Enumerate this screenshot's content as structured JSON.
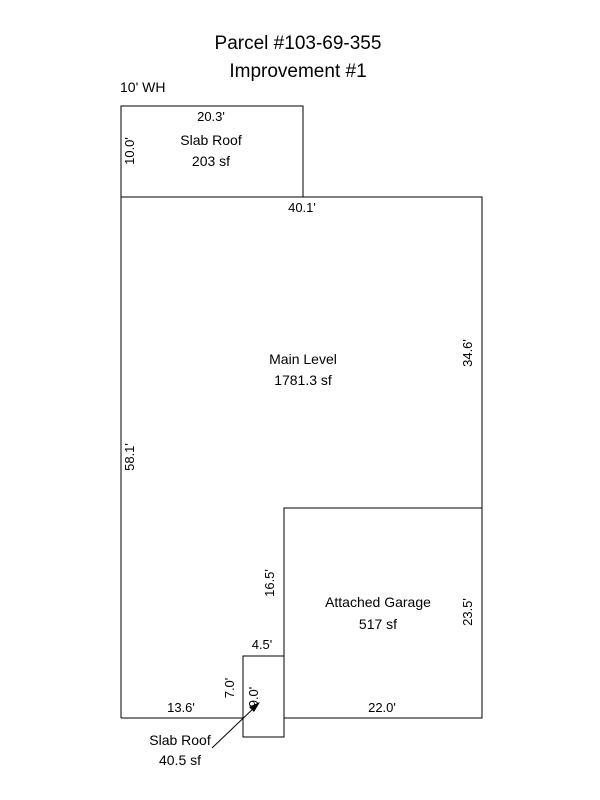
{
  "title": {
    "line1": "Parcel #103-69-355",
    "line2": "Improvement #1"
  },
  "note": "10' WH",
  "areas": {
    "slab_roof_top": {
      "name": "Slab Roof",
      "area": "203 sf"
    },
    "main_level": {
      "name": "Main Level",
      "area": "1781.3 sf"
    },
    "attached_garage": {
      "name": "Attached Garage",
      "area": "517 sf"
    },
    "slab_roof_bottom": {
      "name": "Slab Roof",
      "area": "40.5 sf"
    }
  },
  "dimensions": {
    "slab_top_width": "20.3'",
    "slab_top_depth": "10.0'",
    "main_top_width": "40.1'",
    "main_right_upper": "34.6'",
    "main_left_height": "58.1'",
    "garage_left_height": "16.5'",
    "garage_right_height": "23.5'",
    "small_top_width": "4.5'",
    "small_left_height": "7.0'",
    "slab_bottom_height": "9.0'",
    "bottom_left_width": "13.6'",
    "bottom_right_width": "22.0'"
  },
  "colors": {
    "line": "#000000",
    "background": "#ffffff"
  }
}
